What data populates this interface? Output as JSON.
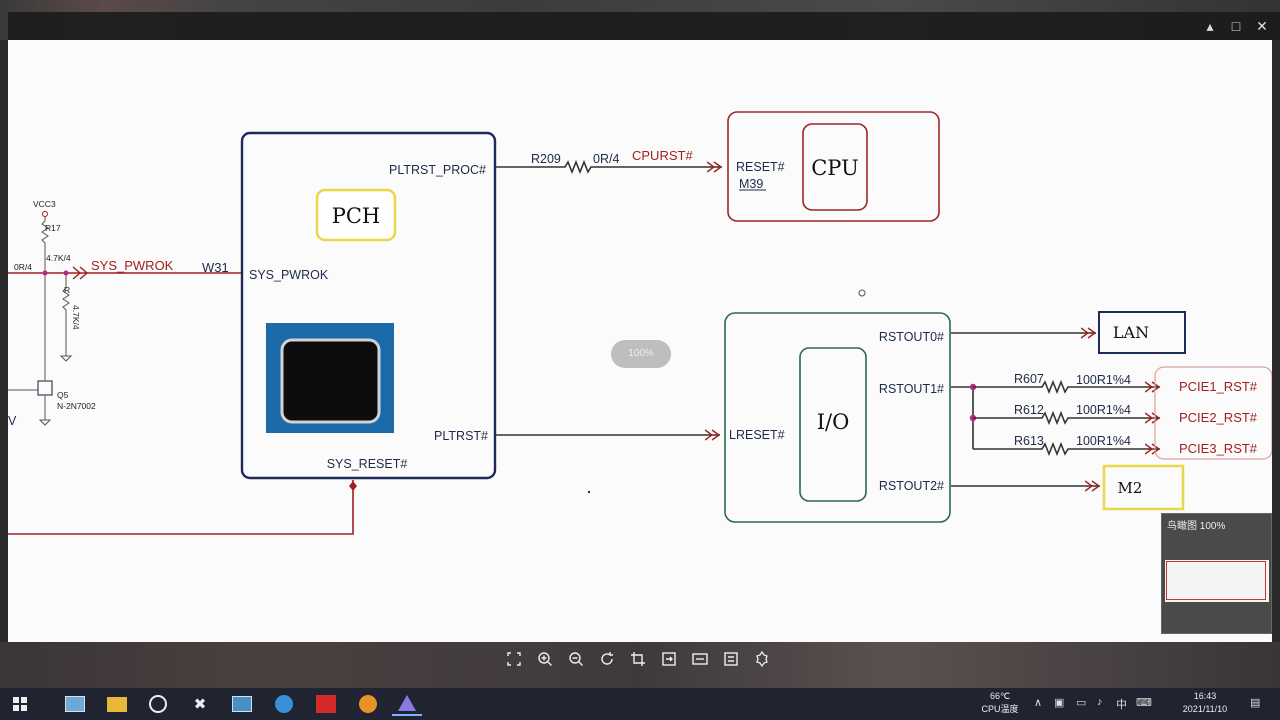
{
  "schematic": {
    "pch": {
      "title": "PCH",
      "pins": {
        "pltrst_proc": "PLTRST_PROC#",
        "sys_pwrok": "SYS_PWROK",
        "pltrst": "PLTRST#",
        "sys_reset": "SYS_RESET#"
      },
      "ball_w31": "W31"
    },
    "cpu": {
      "title": "CPU",
      "pin": "RESET#",
      "ball": "M39"
    },
    "io": {
      "title": "I/O",
      "in_pin": "LRESET#",
      "out_pins": [
        "RSTOUT0#",
        "RSTOUT1#",
        "RSTOUT2#"
      ]
    },
    "lan": "LAN",
    "m2": "M2",
    "pcie_resets": [
      {
        "ref": "R607",
        "value": "100R1%4",
        "net": "PCIE1_RST#"
      },
      {
        "ref": "R612",
        "value": "100R1%4",
        "net": "PCIE2_RST#"
      },
      {
        "ref": "R613",
        "value": "100R1%4",
        "net": "PCIE3_RST#"
      }
    ],
    "r209": {
      "ref": "R209",
      "value": "0R/4"
    },
    "net_cpurst": "CPURST#",
    "net_sys_pwrok": "SYS_PWROK",
    "left_circuit": {
      "vcc": "VCC3",
      "r17_ref": "R17",
      "r17_value": "4.7K/4",
      "r_left": "0R/4",
      "q5_ref": "Q5",
      "q5_part": "N-2N7002",
      "r_small": "R",
      "r_small_value": "4.7K/4",
      "edge_v": "V"
    }
  },
  "viewer": {
    "zoom_indicator": "100%",
    "navigator_title": "鸟瞰图 100%",
    "toolbar_icons": [
      "fit-icon",
      "zoom-in-icon",
      "zoom-out-icon",
      "rotate-icon",
      "crop-icon",
      "export-icon",
      "compare-icon",
      "ocr-icon",
      "settings-icon"
    ]
  },
  "taskbar": {
    "temperature": "66℃",
    "temperature_label": "CPU温度",
    "time": "16:43",
    "date": "2021/11/10",
    "ime": "中"
  }
}
